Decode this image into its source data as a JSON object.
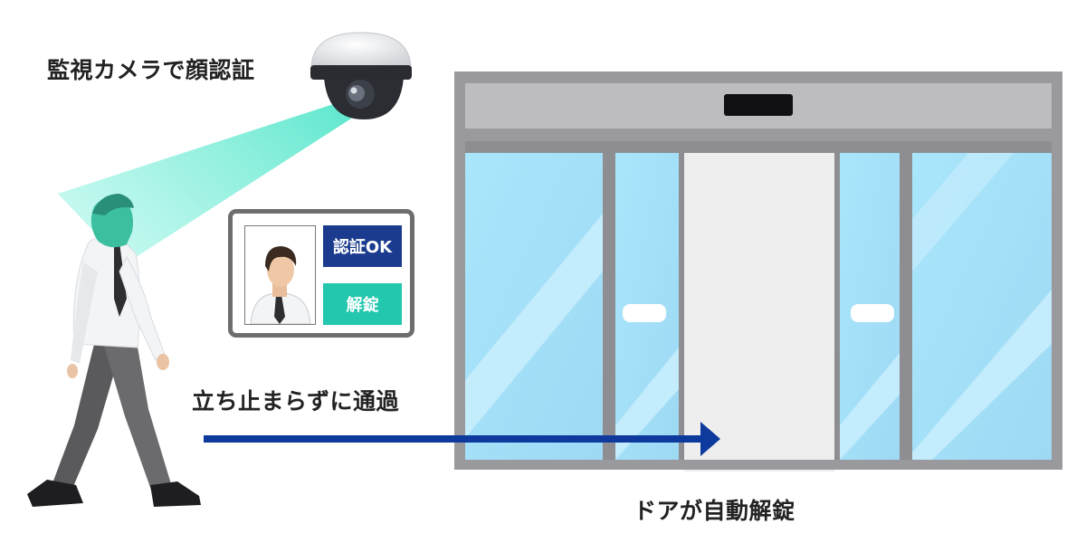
{
  "labels": {
    "camera": "監視カメラで顔認証",
    "pass_through": "立ち止まらずに通過",
    "door": "ドアが自動解錠"
  },
  "panel": {
    "status_ok": "認証OK",
    "status_unlock": "解錠"
  },
  "colors": {
    "ok_badge": "#1a3b8e",
    "unlock_badge": "#22c7ad",
    "scan_beam": "#3fe6c4",
    "arrow": "#0d3a9c",
    "glass": "#a7e3fa",
    "door_frame": "#8e8e92"
  },
  "icons": {
    "camera": "dome-camera-icon",
    "person": "walking-businessman-icon",
    "face_photo": "face-photo-icon",
    "arrow": "right-arrow-icon"
  }
}
